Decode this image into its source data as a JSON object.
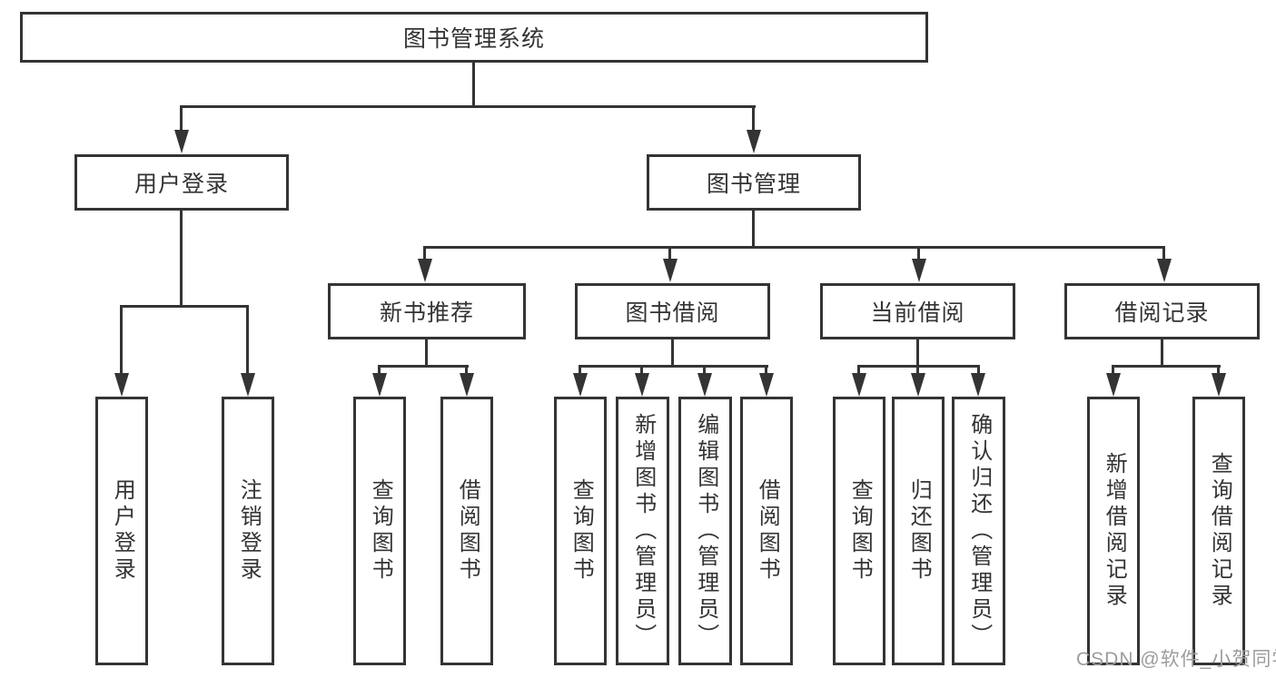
{
  "diagram": {
    "root": {
      "label": "图书管理系统"
    },
    "branches": [
      {
        "label": "用户登录",
        "children": [
          {
            "label": "用户登录"
          },
          {
            "label": "注销登录"
          }
        ]
      },
      {
        "label": "图书管理",
        "children": [
          {
            "label": "新书推荐",
            "children": [
              {
                "label": "查询图书"
              },
              {
                "label": "借阅图书"
              }
            ]
          },
          {
            "label": "图书借阅",
            "children": [
              {
                "label": "查询图书"
              },
              {
                "label": "新增图书（管理员）"
              },
              {
                "label": "编辑图书（管理员）"
              },
              {
                "label": "借阅图书"
              }
            ]
          },
          {
            "label": "当前借阅",
            "children": [
              {
                "label": "查询图书"
              },
              {
                "label": "归还图书"
              },
              {
                "label": "确认归还（管理员）"
              }
            ]
          },
          {
            "label": "借阅记录",
            "children": [
              {
                "label": "新增借阅记录"
              },
              {
                "label": "查询借阅记录"
              }
            ]
          }
        ]
      }
    ]
  },
  "watermark": {
    "text": "CSDN @软件_小贺同学"
  },
  "colors": {
    "line": "#343434",
    "text": "#333333",
    "background": "#ffffff",
    "watermark": "#9c9c9c"
  }
}
